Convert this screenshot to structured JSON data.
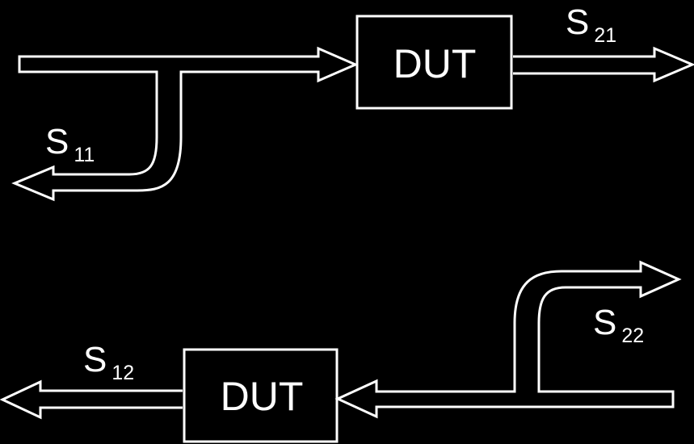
{
  "colors": {
    "background": "#000000",
    "stroke": "#ffffff"
  },
  "top": {
    "box_label": "DUT",
    "reflection": {
      "letter": "S",
      "subscript": "11"
    },
    "transmission": {
      "letter": "S",
      "subscript": "21"
    }
  },
  "bottom": {
    "box_label": "DUT",
    "reflection": {
      "letter": "S",
      "subscript": "22"
    },
    "transmission": {
      "letter": "S",
      "subscript": "12"
    }
  }
}
